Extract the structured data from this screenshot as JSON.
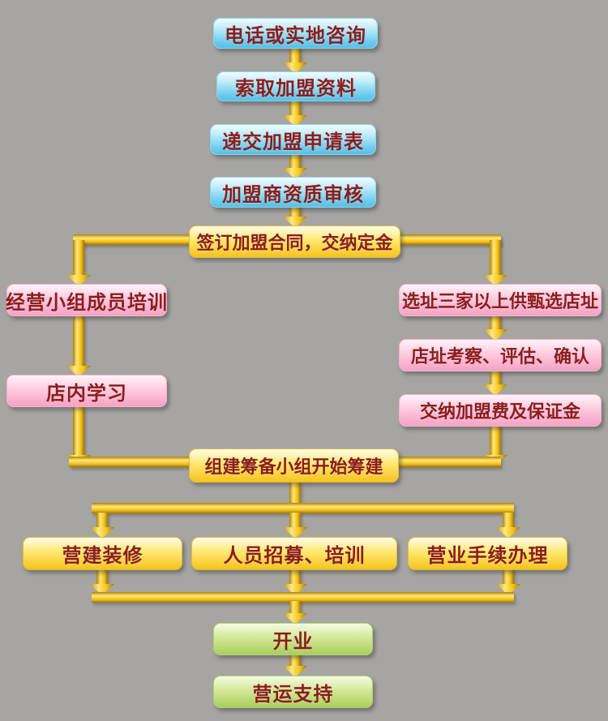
{
  "diagram": {
    "type": "flowchart",
    "description": "franchise joining process flowchart",
    "colors": {
      "background": "#a7a5a2",
      "blue_node": "#6fcdee",
      "pink_node": "#f5a2c3",
      "yellow_node": "#f5c41c",
      "green_node": "#a8cf5b",
      "connector_gold": "#f3c117",
      "node_text": "#8b1d1d"
    }
  },
  "nodes": {
    "consult": "电话或实地咨询",
    "request_info": "索取加盟资料",
    "submit_application": "递交加盟申请表",
    "qualification_review": "加盟商资质审核",
    "sign_contract": "签订加盟合同，交纳定金",
    "team_training": "经营小组成员培训",
    "in_store_learning": "店内学习",
    "site_selection": "选址三家以上供甄选店址",
    "site_evaluation": "店址考察、评估、确认",
    "pay_fees": "交纳加盟费及保证金",
    "prep_team": "组建筹备小组开始筹建",
    "construction": "营建装修",
    "recruitment": "人员招募、培训",
    "business_license": "营业手续办理",
    "opening": "开业",
    "operation_support": "营运支持"
  }
}
